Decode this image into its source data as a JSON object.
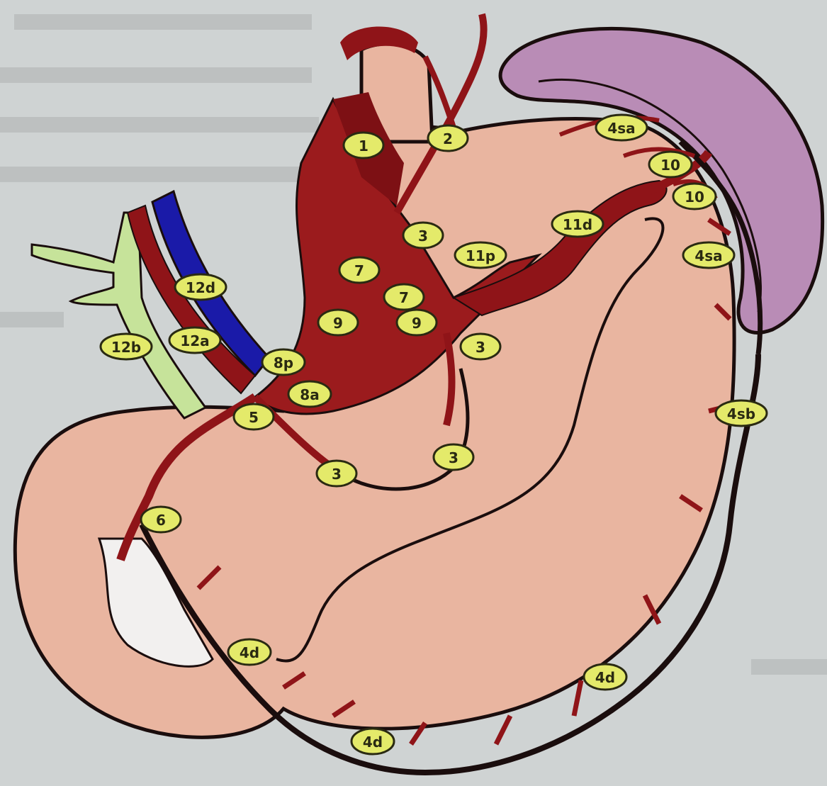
{
  "colors": {
    "background": "#cfd3d3",
    "stomach": "#e9b5a0",
    "spleen": "#b98cb6",
    "artery": "#8f1418",
    "vein": "#1a1aa8",
    "bile_duct": "#c6e39a",
    "label_fill": "#e4ea6a",
    "outline": "#1a0d0d"
  },
  "structures": [
    "stomach",
    "spleen",
    "duodenum",
    "esophagus",
    "portal-vein",
    "hepatic-artery",
    "bile-duct"
  ],
  "lymph_node_stations": [
    {
      "id": "n1",
      "label": "1"
    },
    {
      "id": "n2",
      "label": "2"
    },
    {
      "id": "n3a",
      "label": "3"
    },
    {
      "id": "n3b",
      "label": "3"
    },
    {
      "id": "n3c",
      "label": "3"
    },
    {
      "id": "n3d",
      "label": "3"
    },
    {
      "id": "n4sa1",
      "label": "4sa"
    },
    {
      "id": "n4sa2",
      "label": "4sa"
    },
    {
      "id": "n4sb",
      "label": "4sb"
    },
    {
      "id": "n4d1",
      "label": "4d"
    },
    {
      "id": "n4d2",
      "label": "4d"
    },
    {
      "id": "n4d3",
      "label": "4d"
    },
    {
      "id": "n5",
      "label": "5"
    },
    {
      "id": "n6",
      "label": "6"
    },
    {
      "id": "n7a",
      "label": "7"
    },
    {
      "id": "n7b",
      "label": "7"
    },
    {
      "id": "n8a",
      "label": "8a"
    },
    {
      "id": "n8p",
      "label": "8p"
    },
    {
      "id": "n9a",
      "label": "9"
    },
    {
      "id": "n9b",
      "label": "9"
    },
    {
      "id": "n10a",
      "label": "10"
    },
    {
      "id": "n10b",
      "label": "10"
    },
    {
      "id": "n11d",
      "label": "11d"
    },
    {
      "id": "n11p",
      "label": "11p"
    },
    {
      "id": "n12a",
      "label": "12a"
    },
    {
      "id": "n12b",
      "label": "12b"
    },
    {
      "id": "n12d",
      "label": "12d"
    }
  ]
}
